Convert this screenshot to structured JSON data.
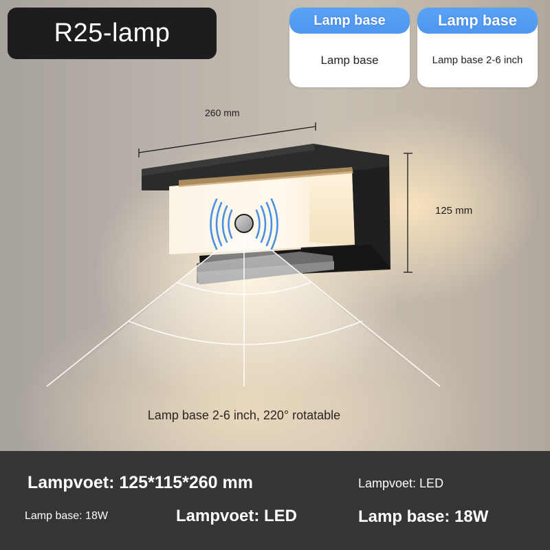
{
  "title": "R25-lamp",
  "cards": [
    {
      "header": "Lamp base",
      "body": "Lamp base"
    },
    {
      "header": "Lamp base",
      "body": "Lamp base 2-6 inch"
    }
  ],
  "illustration": {
    "width_label": "260 mm",
    "height_label": "125 mm",
    "sensor_icon": "motion-sensor-icon",
    "caption": "Lamp base 2-6 inch, 220° rotatable"
  },
  "specs": {
    "dimensions": "Lampvoet: 125*115*260 mm",
    "type_small": "Lampvoet: LED",
    "power_small": "Lamp base: 18W",
    "type_large": "Lampvoet: LED",
    "power_large": "Lamp base: 18W"
  },
  "colors": {
    "badge_bg": "#1d1d1f",
    "card_header_blue": "#5aa2f5",
    "footer_bg": "#353535",
    "sensor_wave_blue": "#4a90e2"
  }
}
